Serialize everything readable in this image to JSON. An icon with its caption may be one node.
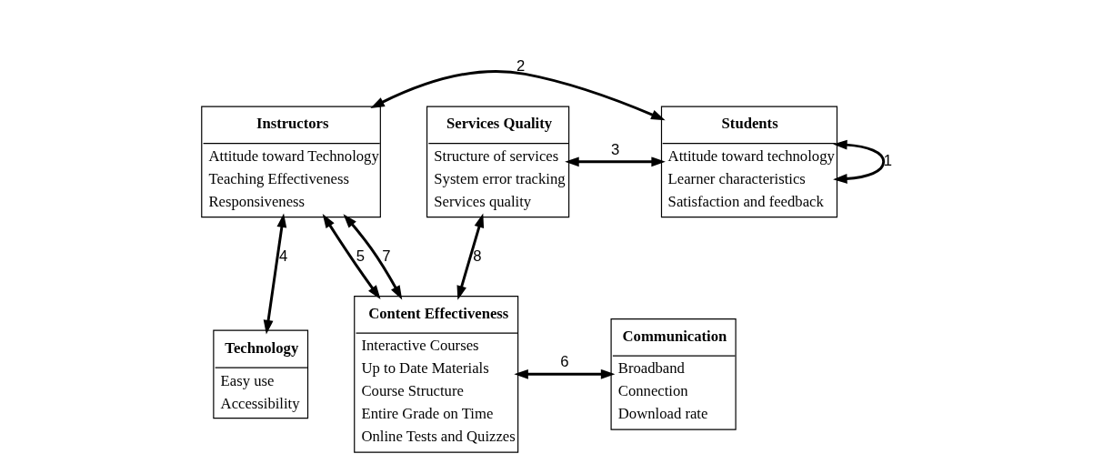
{
  "diagram": {
    "nodes": [
      {
        "text": [
          "Technology",
          "Easy use",
          "Accessibility"
        ]
      },
      {
        "text": [
          "Content Effectiveness",
          "Interactive Courses",
          "Up to Date Materials",
          "Course Structure",
          "Entire Grade on Time",
          "Online Tests and Quizzes"
        ]
      },
      {
        "text": [
          "Communication",
          "Broadband",
          "Connection",
          "Download rate"
        ]
      },
      {
        "text": [
          "Instructors",
          "Attitude toward Technology",
          "Teaching Effectiveness",
          "Responsiveness"
        ]
      },
      {
        "text": [
          "Services Quality",
          "Structure of services",
          "System error tracking",
          "Services quality"
        ]
      },
      {
        "text": [
          "Students",
          "Attitude toward technology",
          "Learner characteristics",
          "Satisfaction and feedback"
        ]
      }
    ],
    "edges": [
      {
        "from": 3,
        "to": 0,
        "arrow": "both",
        "label": "4"
      },
      {
        "from": 3,
        "to": 1,
        "arrow": "both",
        "label": "5"
      },
      {
        "from": 3,
        "to": 1,
        "arrow": "both",
        "label": "7"
      },
      {
        "from": 1,
        "to": 2,
        "arrow": "both",
        "label": "6"
      },
      {
        "from": 4,
        "to": 1,
        "arrow": "both",
        "label": "8"
      },
      {
        "from": 4,
        "to": 5,
        "arrow": "both",
        "label": "3"
      },
      {
        "from": 5,
        "to": 5,
        "arrow": "both",
        "label": "1"
      },
      {
        "from": 3,
        "to": 5,
        "arrow": "both",
        "label": "2"
      }
    ]
  }
}
